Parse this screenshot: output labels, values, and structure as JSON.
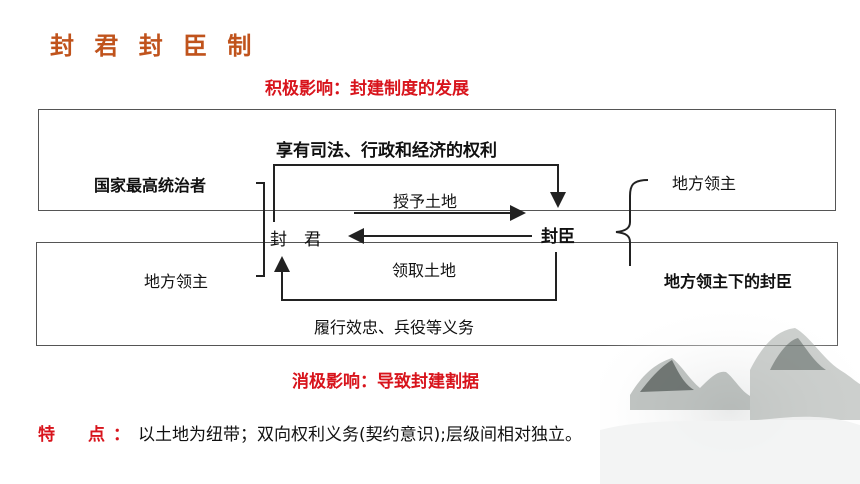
{
  "title": "封 君 封 臣 制",
  "positive_effect": "积极影响：封建制度的发展",
  "negative_effect": "消极影响：导致封建割据",
  "diagram": {
    "lord_title": "国家最高统治者",
    "lord_local": "地方领主",
    "lord_label": "封　君",
    "vassal_label": "封臣",
    "vassal_local": "地方领主",
    "vassal_sub": "地方领主下的封臣",
    "rights": "享有司法、行政和经济的权利",
    "grant_land": "授予土地",
    "receive_land": "领取土地",
    "duties": "履行效忠、兵役等义务"
  },
  "features": {
    "label": "特　点：",
    "text": "以土地为纽带；双向权利义务(契约意识);层级间相对独立。"
  }
}
